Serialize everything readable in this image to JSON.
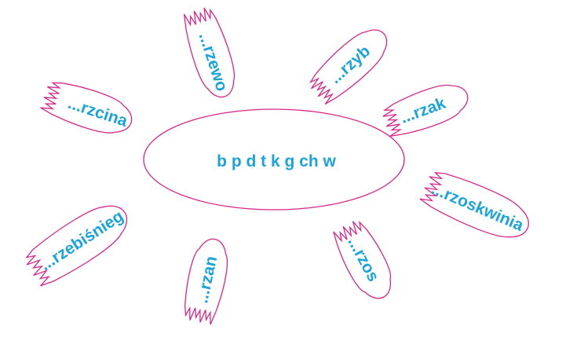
{
  "colors": {
    "outline": "#d8268a",
    "text": "#1aa3dc",
    "background": "#ffffff"
  },
  "center": {
    "letters": "b p d t k g ch w"
  },
  "petals": [
    {
      "id": "rzewo",
      "label": "...rzewo"
    },
    {
      "id": "rzyb",
      "label": "...rzyb"
    },
    {
      "id": "rzak",
      "label": "...rzak"
    },
    {
      "id": "rzoskwinia",
      "label": "...rzoskwinia"
    },
    {
      "id": "rzos",
      "label": "...rzos"
    },
    {
      "id": "rzan",
      "label": "...rzan"
    },
    {
      "id": "rzebisnieg",
      "label": "...rzebiśnieg"
    },
    {
      "id": "rzcina",
      "label": "...rzcina"
    }
  ]
}
